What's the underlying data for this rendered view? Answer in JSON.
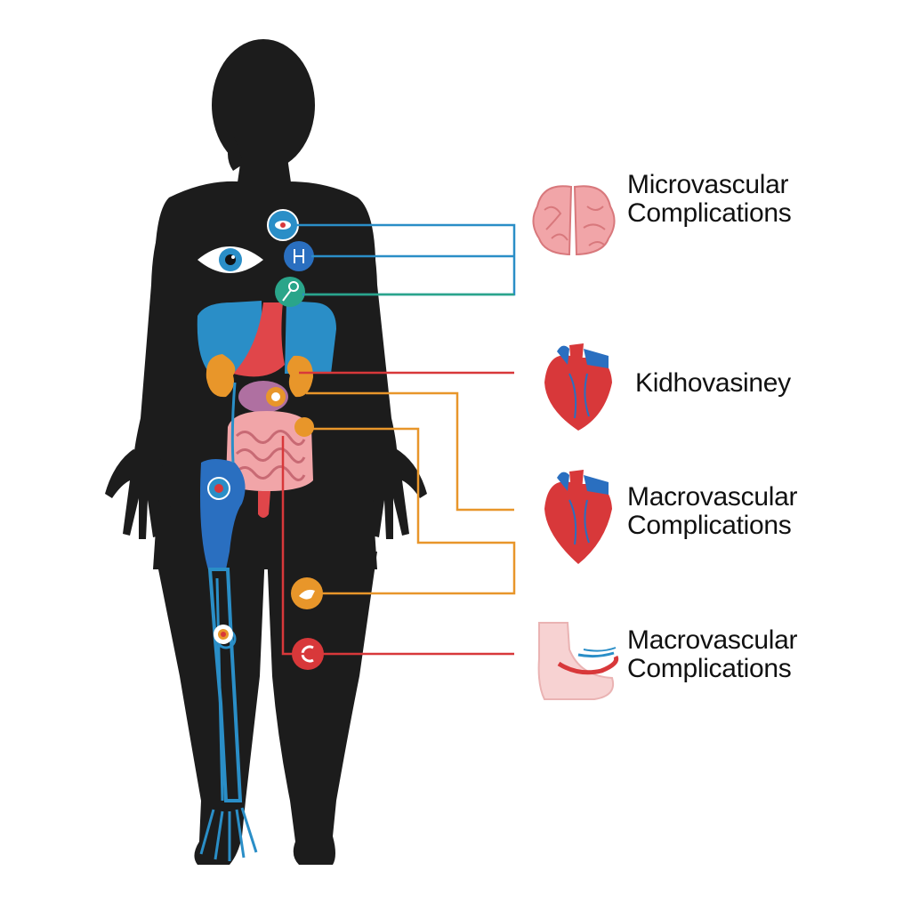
{
  "categories": [
    {
      "id": "micro",
      "line1": "Microvascular",
      "line2": "Complications",
      "icon": "brain-icon",
      "color": "#2a8ec7"
    },
    {
      "id": "kidney",
      "line1": "Kidhovasiney",
      "line2": "",
      "icon": "heart-icon",
      "color": "#d8383a"
    },
    {
      "id": "macro1",
      "line1": "Macrovascular",
      "line2": "Complications",
      "icon": "heart-icon",
      "color": "#e8962a"
    },
    {
      "id": "macro2",
      "line1": "Macrovascular",
      "line2": "Complications",
      "icon": "foot-icon",
      "color": "#d8383a"
    }
  ],
  "colors": {
    "silhouette": "#1c1c1c",
    "blue": "#2a8ec7",
    "teal": "#2aa58a",
    "red": "#d8383a",
    "orange": "#e8962a",
    "pink": "#f1a5a8"
  }
}
